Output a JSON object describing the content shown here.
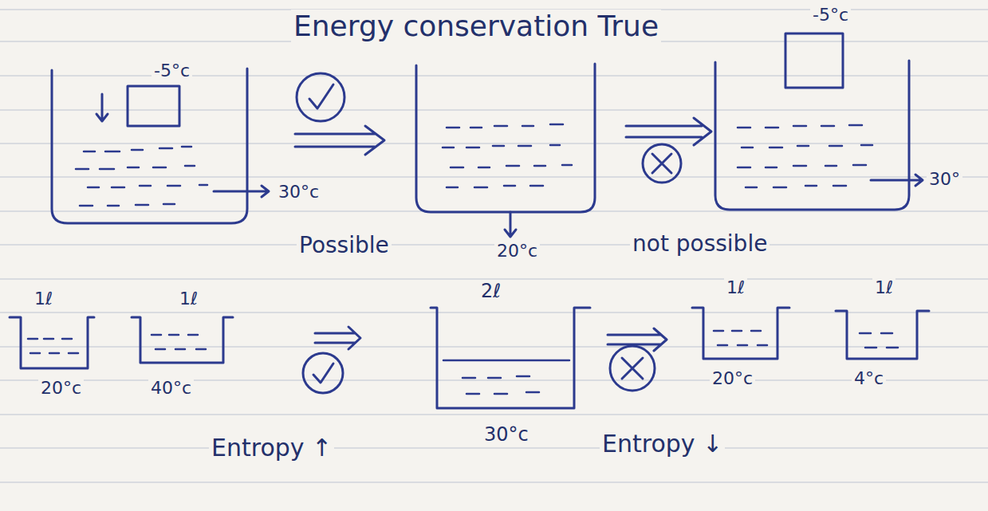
{
  "diagram": {
    "title": "Energy conservation True",
    "labels": [
      "-5°c",
      "30°c",
      "20°c",
      "-5°c",
      "30°",
      "Possible",
      "not possible",
      "1ℓ",
      "1ℓ",
      "20°c",
      "40°c",
      "2ℓ",
      "30°c",
      "1ℓ",
      "1ℓ",
      "20°c",
      "4°c",
      "Entropy ↑",
      "Entropy ↓"
    ]
  }
}
